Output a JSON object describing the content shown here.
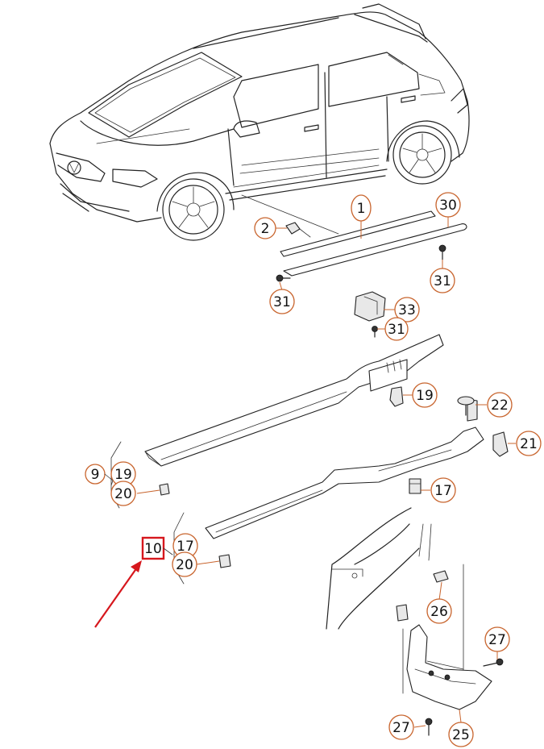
{
  "callouts": {
    "c1": "1",
    "c2": "2",
    "c30": "30",
    "c31a": "31",
    "c31b": "31",
    "c31c": "31",
    "c33": "33",
    "c19a": "19",
    "c22": "22",
    "c21": "21",
    "c9": "9",
    "c19b": "19",
    "c20a": "20",
    "c17a": "17",
    "c10": "10",
    "c17b": "17",
    "c20b": "20",
    "c26": "26",
    "c27a": "27",
    "c27b": "27",
    "c25": "25"
  },
  "colors": {
    "callout": "#c8642d",
    "highlight": "#d6171d",
    "line": "#222222"
  }
}
